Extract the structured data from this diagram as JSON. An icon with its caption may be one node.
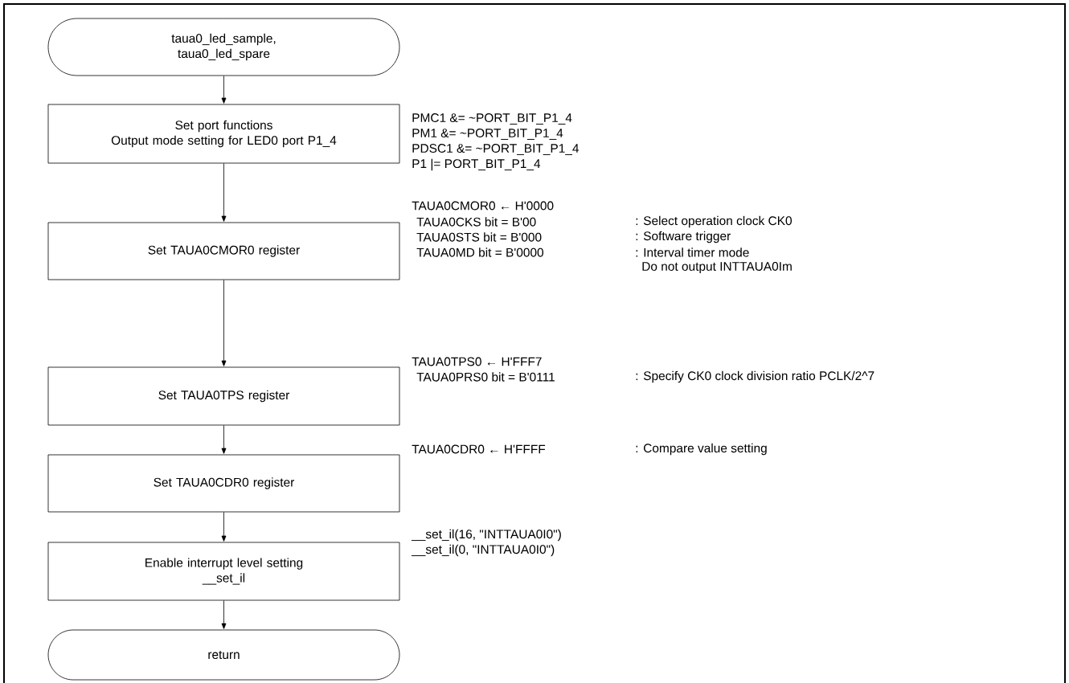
{
  "diagram": {
    "nodes": [
      {
        "text": [
          "taua0_led_sample, taua0_led_spare"
        ]
      },
      {
        "text": [
          "Set port functions",
          "Output mode setting for LED0 port P1_4"
        ]
      },
      {
        "text": [
          "Set TAUA0CMOR0 register"
        ]
      },
      {
        "text": [
          "Set TAUA0TPS register"
        ]
      },
      {
        "text": [
          "Set TAUA0CDR0 register"
        ]
      },
      {
        "text": [
          "Enable interrupt level setting",
          "__set_il"
        ]
      },
      {
        "text": [
          "return"
        ]
      }
    ],
    "edges": [
      {
        "from": 0,
        "to": 1,
        "arrow": "to"
      },
      {
        "from": 1,
        "to": 2,
        "arrow": "to"
      },
      {
        "from": 2,
        "to": 3,
        "arrow": "to"
      },
      {
        "from": 3,
        "to": 4,
        "arrow": "to"
      },
      {
        "from": 4,
        "to": 5,
        "arrow": "to"
      },
      {
        "from": 5,
        "to": 6,
        "arrow": "to"
      }
    ],
    "labels": [
      "PMC1 &= ~PORT_BIT_P1_4",
      "PM1 &= ~PORT_BIT_P1_4",
      "PDSC1 &= ~PORT_BIT_P1_4",
      "P1 |= PORT_BIT_P1_4",
      "TAUA0CMOR0 ← H'0000",
      "TAUA0CKS bit = B'00",
      ": Select operation clock CK0",
      "TAUA0STS bit = B'000",
      ": Software trigger",
      "TAUA0MD bit = B'0000",
      ": Interval timer mode",
      "Do not output INTTAUA0Im",
      "TAUA0TPS0 ← H'FFF7",
      "TAUA0PRS0 bit = B'0111",
      ": Specify CK0 clock division ratio PCLK/2^7",
      "TAUA0CDR0 ← H'FFFF",
      ": Compare value setting",
      "__set_il(16, \"INTTAUA0I0\")",
      "__set_il(0, \"INTTAUA0I0\")"
    ]
  }
}
